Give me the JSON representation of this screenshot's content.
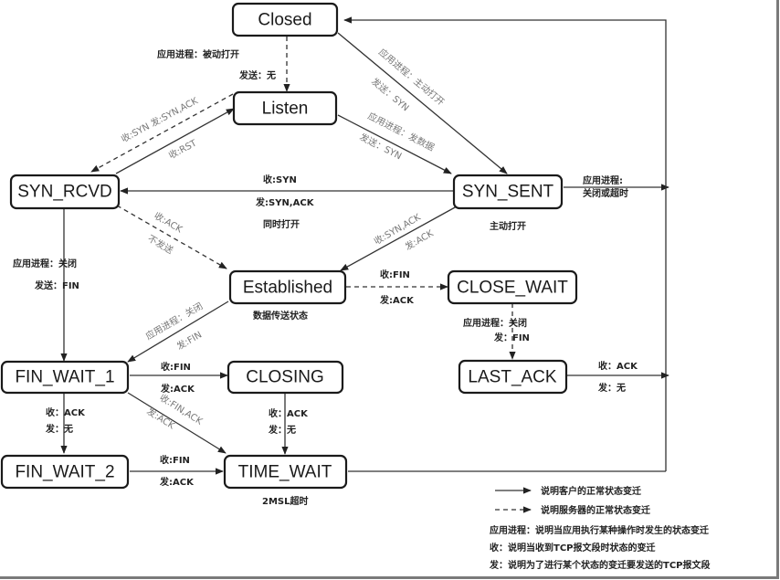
{
  "title": "TCP state transition diagram",
  "states": {
    "closed": "Closed",
    "listen": "Listen",
    "syn_rcvd": "SYN_RCVD",
    "syn_sent": "SYN_SENT",
    "established": "Established",
    "close_wait": "CLOSE_WAIT",
    "last_ack": "LAST_ACK",
    "fin_wait_1": "FIN_WAIT_1",
    "closing": "CLOSING",
    "fin_wait_2": "FIN_WAIT_2",
    "time_wait": "TIME_WAIT"
  },
  "state_notes": {
    "syn_sent": "主动打开",
    "established": "数据传送状态",
    "time_wait": "2MSL超时",
    "simultaneous_open": "同时打开"
  },
  "edges": {
    "closed_listen": [
      "应用进程：被动打开",
      "发送：无"
    ],
    "closed_synsent": [
      "应用进程：主动打开",
      "发送：SYN"
    ],
    "listen_synsent": [
      "应用进程：发数据",
      "发送：SYN"
    ],
    "listen_synrcvd": [
      "收:SYN 发:SYN,ACK"
    ],
    "synrcvd_listen": [
      "收:RST"
    ],
    "synsent_synrcvd": [
      "收:SYN",
      "发:SYN,ACK"
    ],
    "synsent_closed": [
      "应用进程:",
      "关闭或超时"
    ],
    "synrcvd_established": [
      "收:ACK",
      "不发送"
    ],
    "synsent_established": [
      "收:SYN,ACK",
      "发:ACK"
    ],
    "synrcvd_finwait1": [
      "应用进程：关闭",
      "发送：FIN"
    ],
    "established_finwait1": [
      "应用进程：关闭",
      "发:FIN"
    ],
    "established_closewait": [
      "收:FIN",
      "发:ACK"
    ],
    "closewait_lastack": [
      "应用进程：关闭",
      "发：FIN"
    ],
    "lastack_closed": [
      "收：ACK",
      "发：无"
    ],
    "finwait1_closing": [
      "收:FIN",
      "发:ACK"
    ],
    "finwait1_finwait2": [
      "收：ACK",
      "发：无"
    ],
    "finwait1_timewait": [
      "收:FIN,ACK",
      "发:ACK"
    ],
    "closing_timewait": [
      "收：ACK",
      "发：无"
    ],
    "finwait2_timewait": [
      "收:FIN",
      "发:ACK"
    ]
  },
  "legend": {
    "solid": "说明客户的正常状态变迁",
    "dashed": "说明服务器的正常状态变迁",
    "app": "应用进程：说明当应用执行某种操作时发生的状态变迁",
    "recv": "收：说明当收到TCP报文段时状态的变迁",
    "send": "发：说明为了进行某个状态的变迁要发送的TCP报文段"
  }
}
